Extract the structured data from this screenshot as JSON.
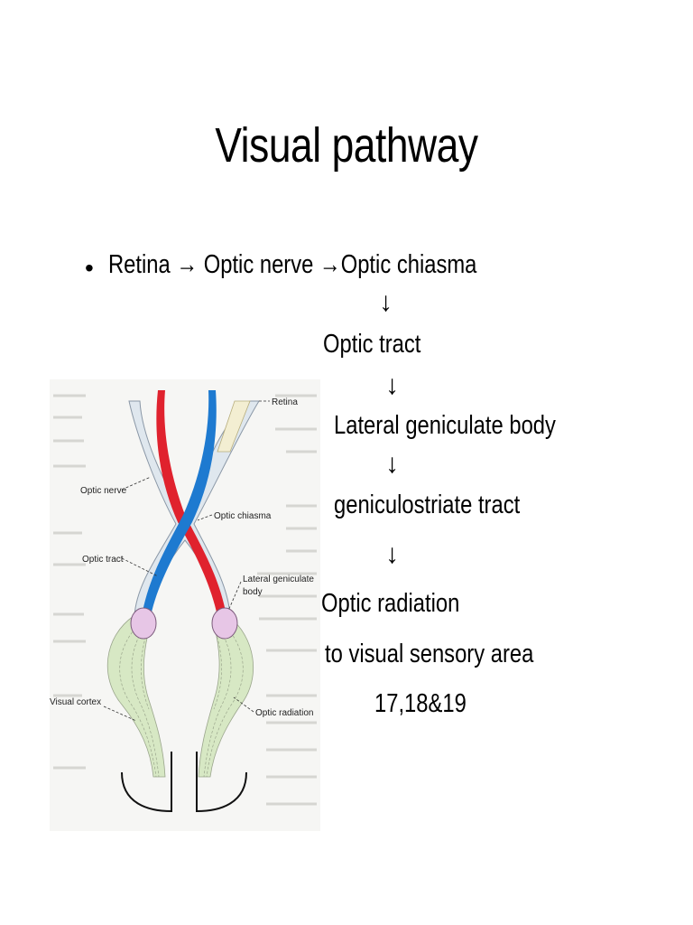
{
  "slide": {
    "title": "Visual pathway"
  },
  "pathway": {
    "bullet": "•",
    "line1": "Retina → Optic nerve →Optic chiasma",
    "arrow": "↓",
    "step_optic_tract": "Optic tract",
    "step_lgb": "Lateral geniculate body",
    "step_geniculostriate": "geniculostriate tract",
    "step_radiation": "Optic radiation",
    "step_sensory": "to visual sensory area",
    "step_areas": "17,18&19"
  },
  "figure": {
    "labels": {
      "retina": "Retina",
      "optic_nerve": "Optic nerve",
      "optic_chiasma": "Optic chiasma",
      "optic_tract": "Optic tract",
      "lgb_line1": "Lateral geniculate",
      "lgb_line2": "body",
      "visual_cortex": "Visual cortex",
      "optic_radiation": "Optic radiation"
    },
    "colors": {
      "red_pathway": "#e0222e",
      "blue_pathway": "#1e7ad0",
      "nerve_fill": "#dfe7ee",
      "radiation_fill": "#d7e8c4",
      "lgb_fill": "#e7c6e6"
    }
  }
}
